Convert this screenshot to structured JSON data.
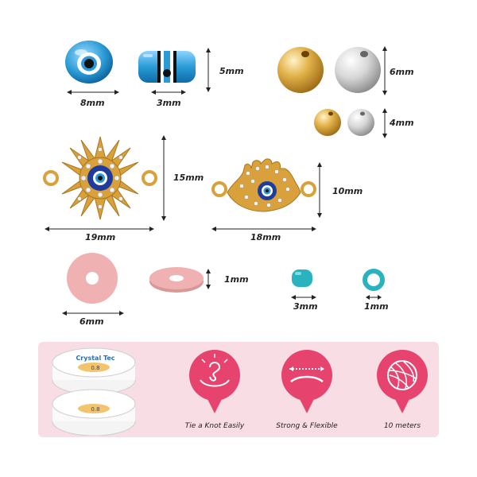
{
  "dimensions": {
    "evil_eye_width": "8mm",
    "evil_eye_depth": "3mm",
    "evil_eye_height": "5mm",
    "metal_bead_large": "6mm",
    "metal_bead_small": "4mm",
    "sun_connector_height": "15mm",
    "sun_connector_width": "19mm",
    "hamsa_connector_height": "10mm",
    "hamsa_connector_width": "18mm",
    "clay_disc_diameter": "6mm",
    "clay_disc_thickness": "1mm",
    "seed_bead_diameter": "3mm",
    "seed_bead_hole": "1mm"
  },
  "thread": {
    "brand": "Crystal Tec",
    "gauge": "0.8"
  },
  "features": [
    {
      "icon": "knot-icon",
      "label": "Tie a Knot Easily"
    },
    {
      "icon": "stretch-icon",
      "label": "Strong & Flexible"
    },
    {
      "icon": "yarn-ball-icon",
      "label": "10 meters"
    }
  ],
  "colors": {
    "banner_bg": "#f9dde4",
    "feature_pink": "#e6436f",
    "evil_eye_blue": "#2a9bd6",
    "gold": "#d9a13b",
    "silver": "#d7d7d7",
    "clay_pink": "#efb1b1",
    "seed_teal": "#2bb2bf"
  }
}
